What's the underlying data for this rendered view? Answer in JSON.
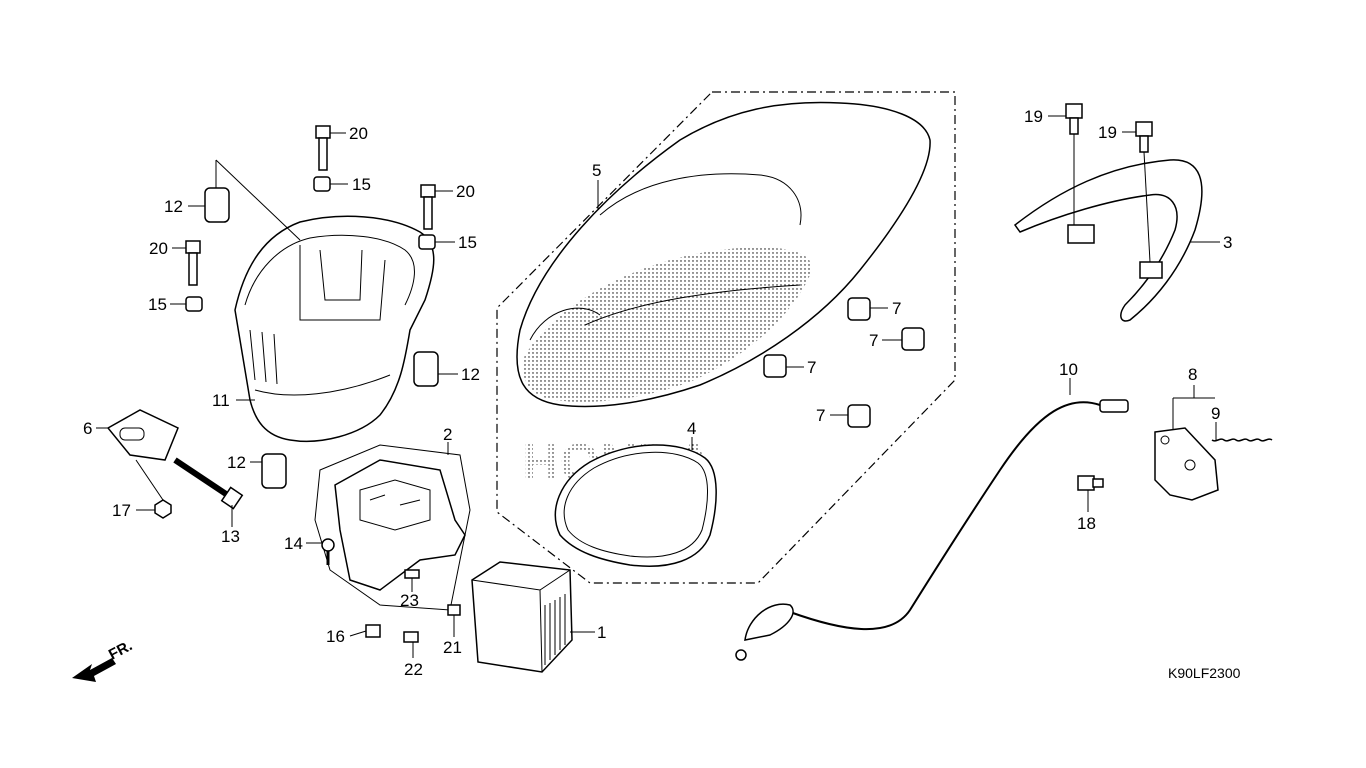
{
  "diagram": {
    "code": "K90LF2300",
    "front_marker": "FR.",
    "callouts": {
      "c1": "1",
      "c2": "2",
      "c3": "3",
      "c4": "4",
      "c5": "5",
      "c6": "6",
      "c7a": "7",
      "c7b": "7",
      "c7c": "7",
      "c7d": "7",
      "c8": "8",
      "c9": "9",
      "c10": "10",
      "c11": "11",
      "c12a": "12",
      "c12b": "12",
      "c12c": "12",
      "c13": "13",
      "c14": "14",
      "c15a": "15",
      "c15b": "15",
      "c15c": "15",
      "c16": "16",
      "c17": "17",
      "c18": "18",
      "c19a": "19",
      "c19b": "19",
      "c20a": "20",
      "c20b": "20",
      "c20c": "20",
      "c21": "21",
      "c22": "22",
      "c23": "23"
    },
    "logo_text": "HONDA"
  }
}
